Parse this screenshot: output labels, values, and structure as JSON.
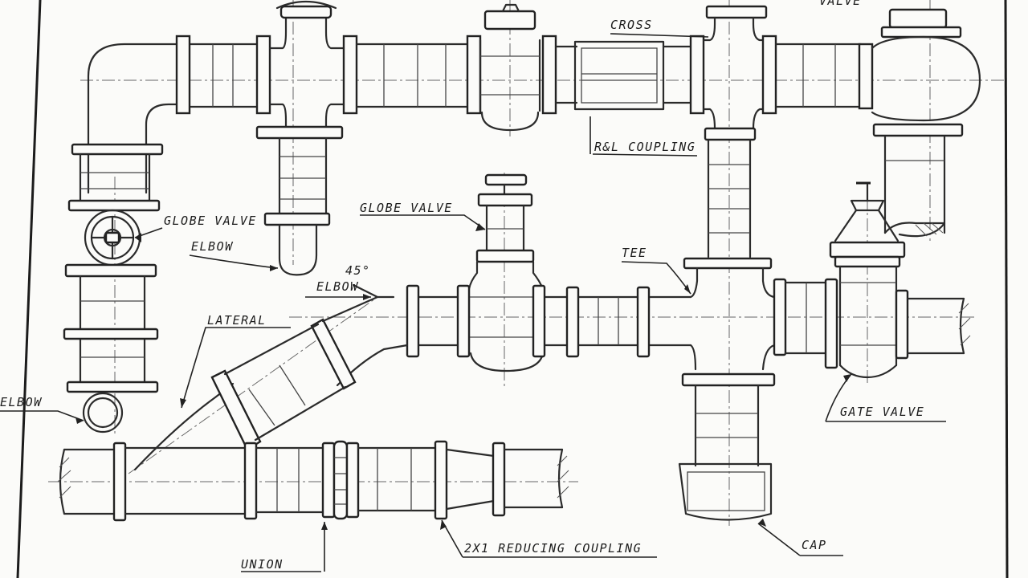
{
  "diagram": {
    "labels": {
      "cross": "CROSS",
      "rl_coupling": "R&L COUPLING",
      "globe_valve_left": "GLOBE VALVE",
      "elbow_upper": "ELBOW",
      "globe_valve_center": "GLOBE VALVE",
      "elbow_45_angle": "45°",
      "elbow_45": "ELBOW",
      "lateral": "LATERAL",
      "tee": "TEE",
      "elbow_left": "ELBOW",
      "gate_valve": "GATE VALVE",
      "cap": "CAP",
      "union": "UNION",
      "reducing_coupling": "2X1 REDUCING COUPLING",
      "partial_top_right": "VALVE"
    }
  }
}
